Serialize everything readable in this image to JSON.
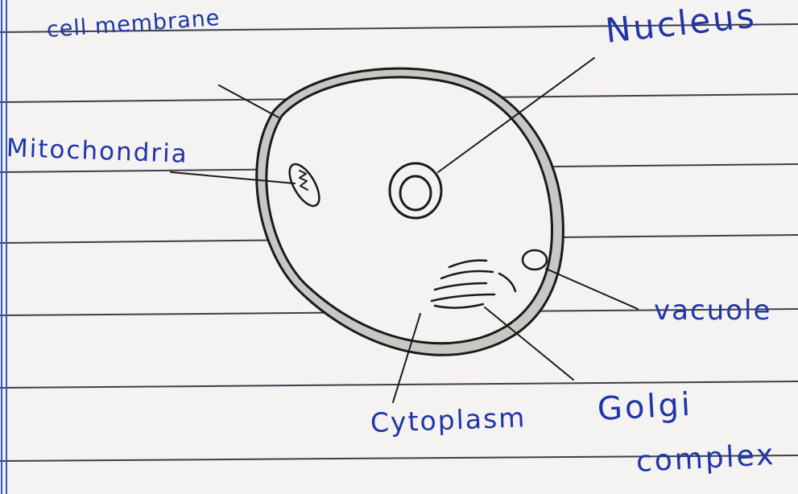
{
  "labels": {
    "cell_membrane": "cell membrane",
    "nucleus": "Nucleus",
    "mitochondria": "Mitochondria",
    "vacuole": "vacuole",
    "cytoplasm": "Cytoplasm",
    "golgi_line1": "Golgi",
    "golgi_line2": "complex"
  },
  "colors": {
    "ink_labels": "#1f35a8",
    "ink_drawing": "#1a1a1a",
    "paper": "#f4f3f1",
    "ruled_line": "#3a3f4a",
    "margin_line": "#2f57c8",
    "membrane_fill": "#c9c7c4"
  }
}
